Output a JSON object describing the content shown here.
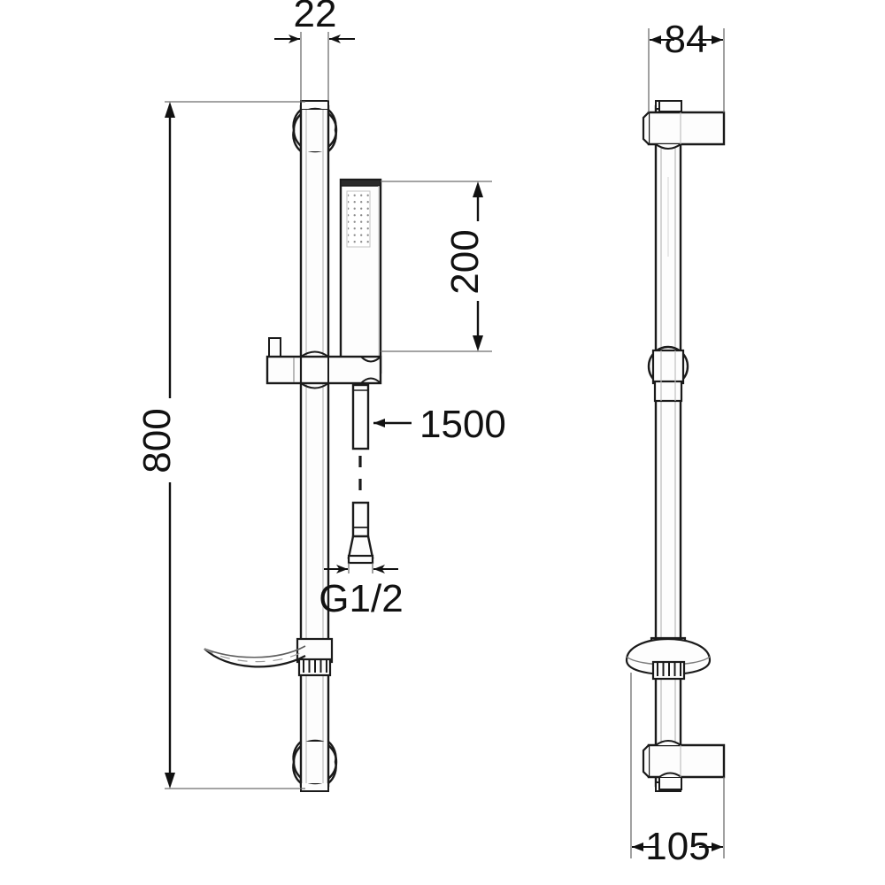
{
  "drawing": {
    "title": "Shower rail set technical dimension drawing",
    "background_color": "#ffffff",
    "line_color": "#1a1a1a",
    "thin_line_color": "#6e6e6e",
    "fill_color": "#fdfdfd",
    "views": [
      {
        "name": "front-view",
        "label": ""
      },
      {
        "name": "side-view",
        "label": ""
      }
    ]
  },
  "dimensions": {
    "rail_width": {
      "value": "22",
      "name": "rail-width-dimension",
      "unit": "mm",
      "view": "front-view",
      "orientation": "horizontal"
    },
    "rail_height": {
      "value": "800",
      "name": "rail-height-dimension",
      "unit": "mm",
      "view": "front-view",
      "orientation": "vertical-rotated"
    },
    "head_length": {
      "value": "200",
      "name": "handshower-length-dimension",
      "unit": "mm",
      "view": "front-view",
      "orientation": "vertical-rotated"
    },
    "hose_length": {
      "value": "1500",
      "name": "hose-length-callout",
      "unit": "mm",
      "view": "front-view",
      "orientation": "leader"
    },
    "thread_size": {
      "value": "G1/2",
      "name": "hose-thread-dimension",
      "unit": "inch-bsp",
      "view": "front-view",
      "orientation": "horizontal"
    },
    "bracket_depth_top": {
      "value": "84",
      "name": "top-bracket-depth-dimension",
      "unit": "mm",
      "view": "side-view",
      "orientation": "horizontal"
    },
    "bracket_depth_bottom": {
      "value": "105",
      "name": "bottom-bracket-depth-dimension",
      "unit": "mm",
      "view": "side-view",
      "orientation": "horizontal"
    }
  },
  "parts": {
    "rail": "slide-rail",
    "hand_shower": "hand-shower-head",
    "face_plate": "shower-face-plate",
    "slider_bracket": "sliding-holder-bracket",
    "soap_dish": "soap-dish-tray",
    "hose": "flexible-shower-hose",
    "hose_nut": "hose-connection-nut",
    "wall_bracket_top": "top-wall-bracket",
    "wall_bracket_bottom": "bottom-wall-bracket",
    "slider_ring": "slider-ring"
  }
}
